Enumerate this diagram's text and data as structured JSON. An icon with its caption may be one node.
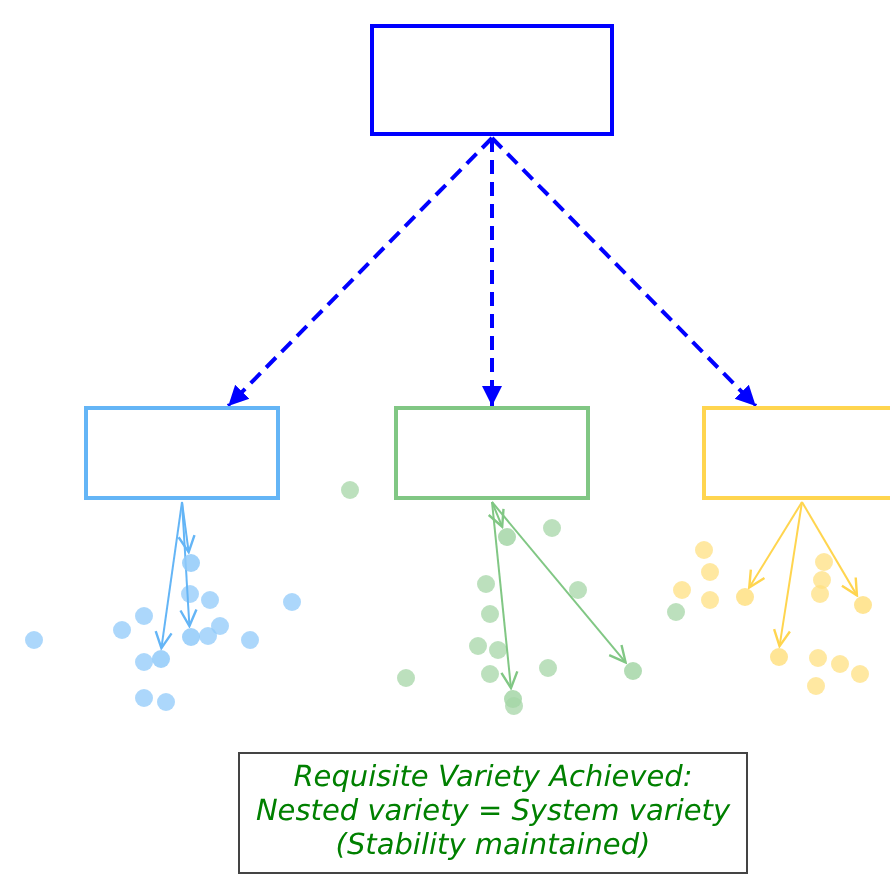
{
  "diagram": {
    "nodes": [
      {
        "text": [],
        "shape": "box"
      },
      {
        "text": [],
        "shape": "box"
      },
      {
        "text": [],
        "shape": "box"
      },
      {
        "text": [],
        "shape": "box"
      },
      {
        "text": [],
        "shape": "circle"
      },
      {
        "text": [],
        "shape": "circle"
      },
      {
        "text": [],
        "shape": "circle"
      },
      {
        "text": [],
        "shape": "circle"
      },
      {
        "text": [],
        "shape": "circle"
      },
      {
        "text": [],
        "shape": "circle"
      },
      {
        "text": [],
        "shape": "circle"
      },
      {
        "text": [],
        "shape": "circle"
      },
      {
        "text": [],
        "shape": "circle"
      },
      {
        "text": [
          "Requisite Variety Achieved: Nested variety = System variety (Stability maintained)"
        ]
      }
    ],
    "edges": [
      {
        "from": 0,
        "to": 1,
        "arrow": "to",
        "style": "dashed",
        "color": "#0000ff"
      },
      {
        "from": 0,
        "to": 2,
        "arrow": "to",
        "style": "dashed",
        "color": "#0000ff"
      },
      {
        "from": 0,
        "to": 3,
        "arrow": "to",
        "style": "dashed",
        "color": "#0000ff"
      },
      {
        "from": 1,
        "to": 4,
        "arrow": "to",
        "color": "#64b5f6"
      },
      {
        "from": 1,
        "to": 5,
        "arrow": "to",
        "color": "#64b5f6"
      },
      {
        "from": 1,
        "to": 6,
        "arrow": "to",
        "color": "#64b5f6"
      },
      {
        "from": 2,
        "to": 7,
        "arrow": "to",
        "color": "#81c784"
      },
      {
        "from": 2,
        "to": 8,
        "arrow": "to",
        "color": "#81c784"
      },
      {
        "from": 2,
        "to": 9,
        "arrow": "to",
        "color": "#81c784"
      },
      {
        "from": 3,
        "to": 10,
        "arrow": "to",
        "color": "#ffd54f"
      },
      {
        "from": 3,
        "to": 11,
        "arrow": "to",
        "color": "#ffd54f"
      },
      {
        "from": 3,
        "to": 12,
        "arrow": "to",
        "color": "#ffd54f"
      }
    ]
  }
}
